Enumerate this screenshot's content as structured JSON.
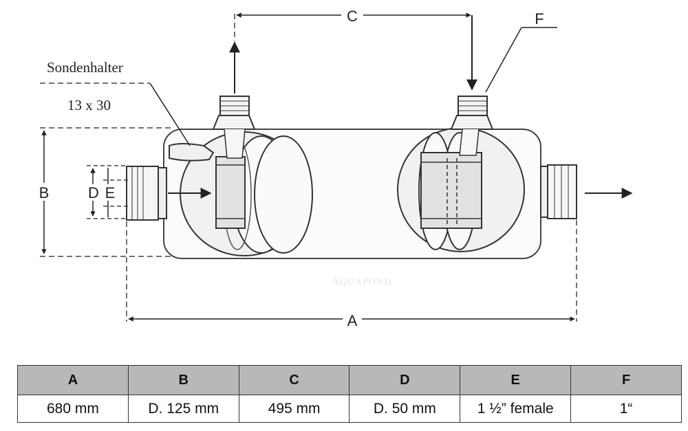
{
  "labels": {
    "probe_holder": "Sondenhalter",
    "probe_size": "13 x 30",
    "dim_a": "A",
    "dim_b": "B",
    "dim_c": "C",
    "dim_d": "D",
    "dim_e": "E",
    "dim_f": "F",
    "watermark": "AQUAPOND"
  },
  "table": {
    "headers": [
      "A",
      "B",
      "C",
      "D",
      "E",
      "F"
    ],
    "values": [
      "680 mm",
      "D. 125 mm",
      "495 mm",
      "D. 50 mm",
      "1 ½” female",
      "1“"
    ]
  }
}
